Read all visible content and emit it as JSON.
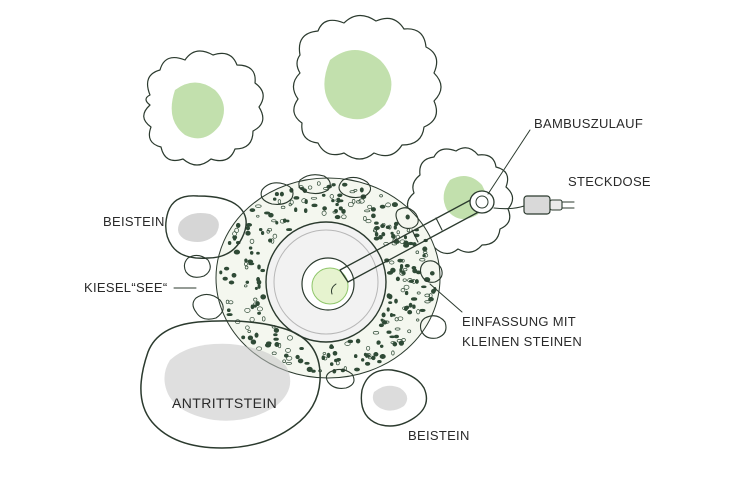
{
  "labels": {
    "bambuszulauf": "BAMBUSZULAUF",
    "steckdose": "STECKDOSE",
    "beistein_left": "BEISTEIN",
    "kiesel_see": "KIESEL“SEE“",
    "einfassung_line1": "EINFASSUNG MIT",
    "einfassung_line2": "KLEINEN STEINEN",
    "antrittstein": "ANTRITTSTEIN",
    "beistein_bottom": "BEISTEIN"
  },
  "colors": {
    "shrub_fill": "#b9e08a",
    "shrub_shade": "#8fc66a",
    "stone_fill": "#dcdcdc",
    "stone_shade": "#c4c4c4",
    "gravel_dot": "#2f4a36",
    "basin_fill": "#f2f2f2",
    "inner_fill": "#e6f3cf",
    "ink": "#2b3a2e"
  }
}
